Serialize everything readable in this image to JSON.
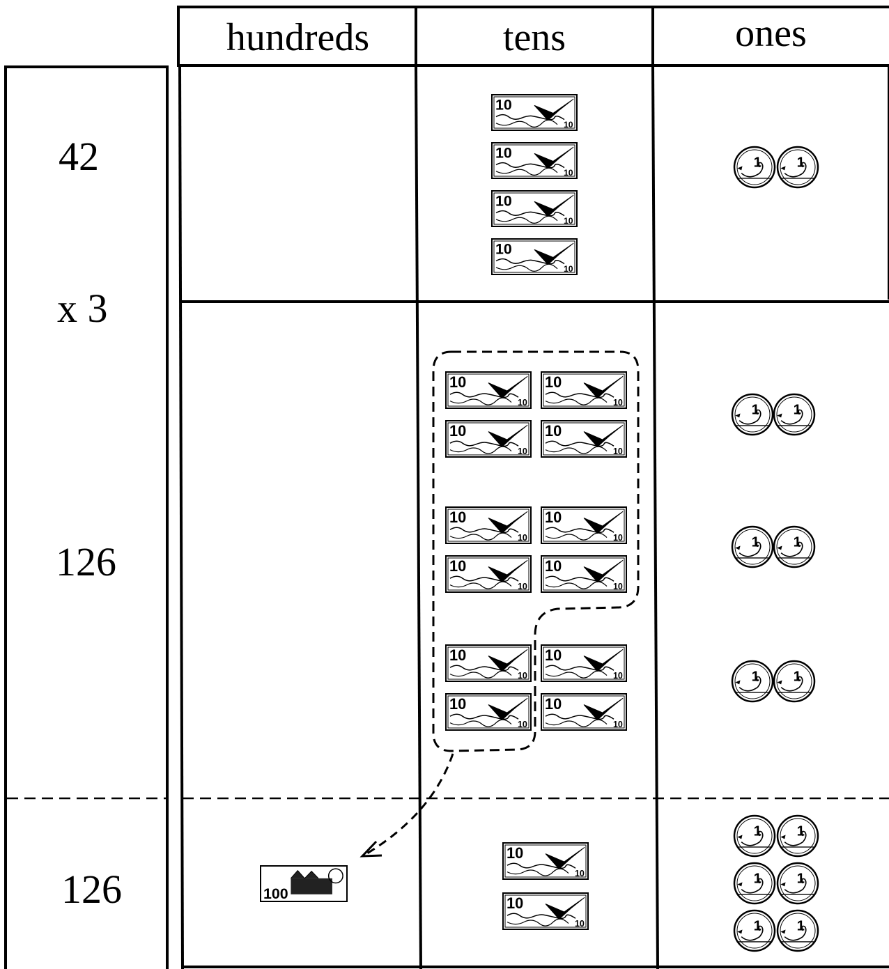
{
  "headers": {
    "hundreds": "hundreds",
    "tens": "tens",
    "ones": "ones"
  },
  "left_column": {
    "multiplicand": "42",
    "multiplier": "x 3",
    "product": "126",
    "result": "126"
  },
  "bill_labels": {
    "ten": "10",
    "ten_small": "10",
    "hundred": "100"
  },
  "coin_label": "1",
  "counts": {
    "row1": {
      "hundreds": 0,
      "tens": 4,
      "ones": 2
    },
    "row2": {
      "hundreds": 0,
      "tens": 12,
      "ones": 6
    },
    "row3": {
      "hundreds": 1,
      "tens": 2,
      "ones": 6
    }
  },
  "regrouping": {
    "tens_grouped": 10,
    "arrow_from": "tens",
    "arrow_to": "hundreds"
  }
}
